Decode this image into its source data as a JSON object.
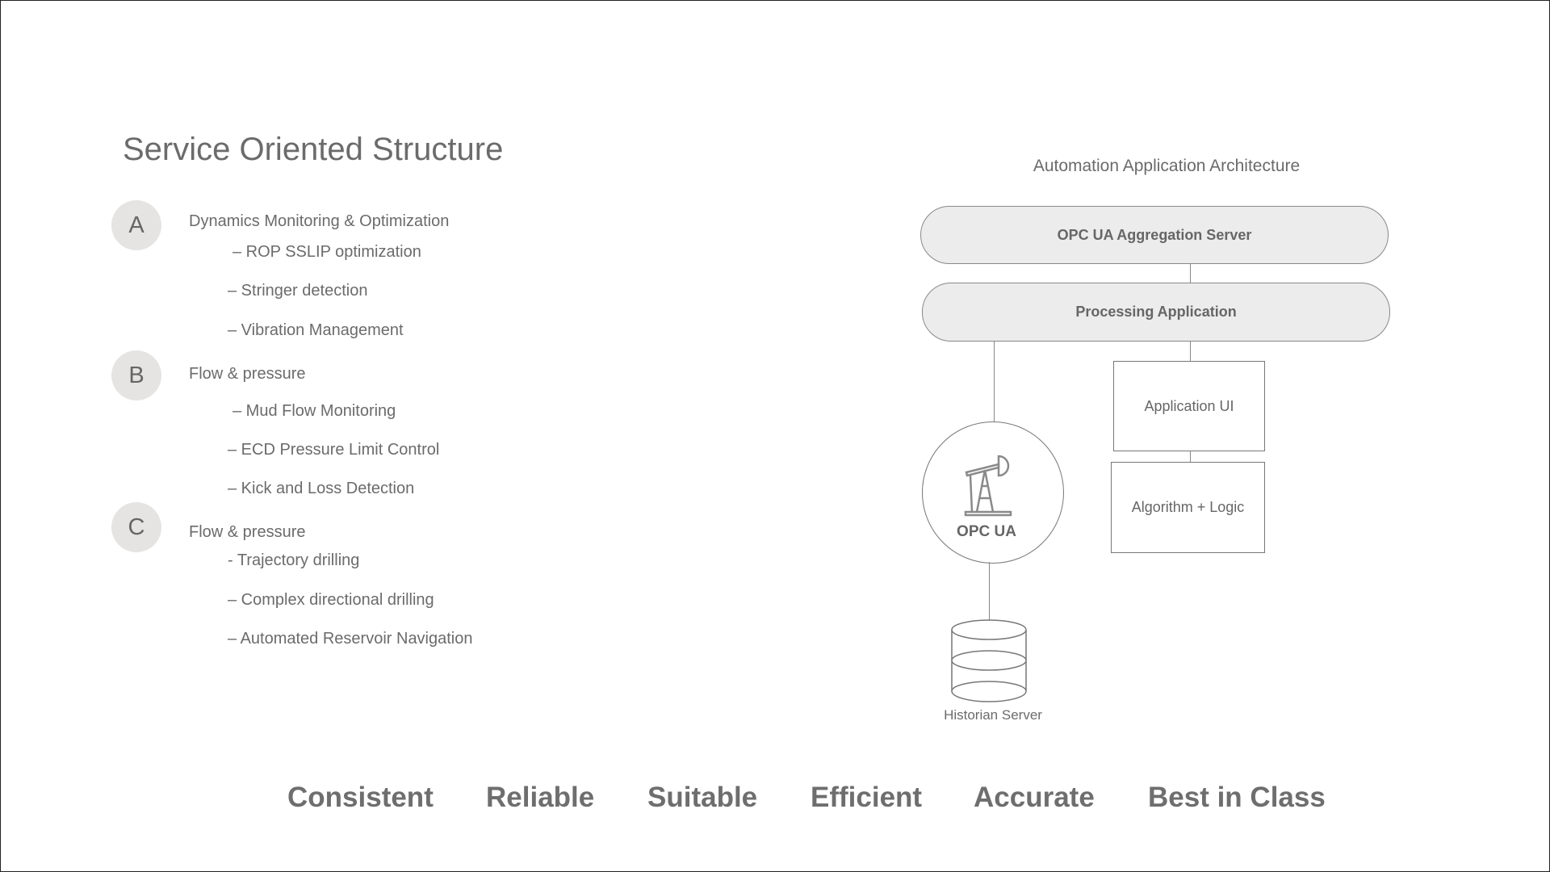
{
  "title": "Service Oriented Structure",
  "sections": [
    {
      "badge": "A",
      "heading": "Dynamics Monitoring & Optimization",
      "items": [
        "– ROP SSLIP optimization",
        "– Stringer detection",
        "– Vibration Management"
      ]
    },
    {
      "badge": "B",
      "heading": "Flow & pressure",
      "items": [
        "– Mud Flow Monitoring",
        "– ECD Pressure Limit Control",
        "– Kick and Loss Detection"
      ]
    },
    {
      "badge": "C",
      "heading": "Flow & pressure",
      "items": [
        "- Trajectory drilling",
        "– Complex directional drilling",
        "– Automated Reservoir Navigation"
      ]
    }
  ],
  "architecture": {
    "title": "Automation Application Architecture",
    "aggregation_server": "OPC UA Aggregation Server",
    "processing_app": "Processing Application",
    "app_ui": "Application UI",
    "algorithm": "Algorithm + Logic",
    "opc_ua": "OPC UA",
    "historian": "Historian Server"
  },
  "values": [
    "Consistent",
    "Reliable",
    "Suitable",
    "Efficient",
    "Accurate",
    "Best in Class"
  ]
}
